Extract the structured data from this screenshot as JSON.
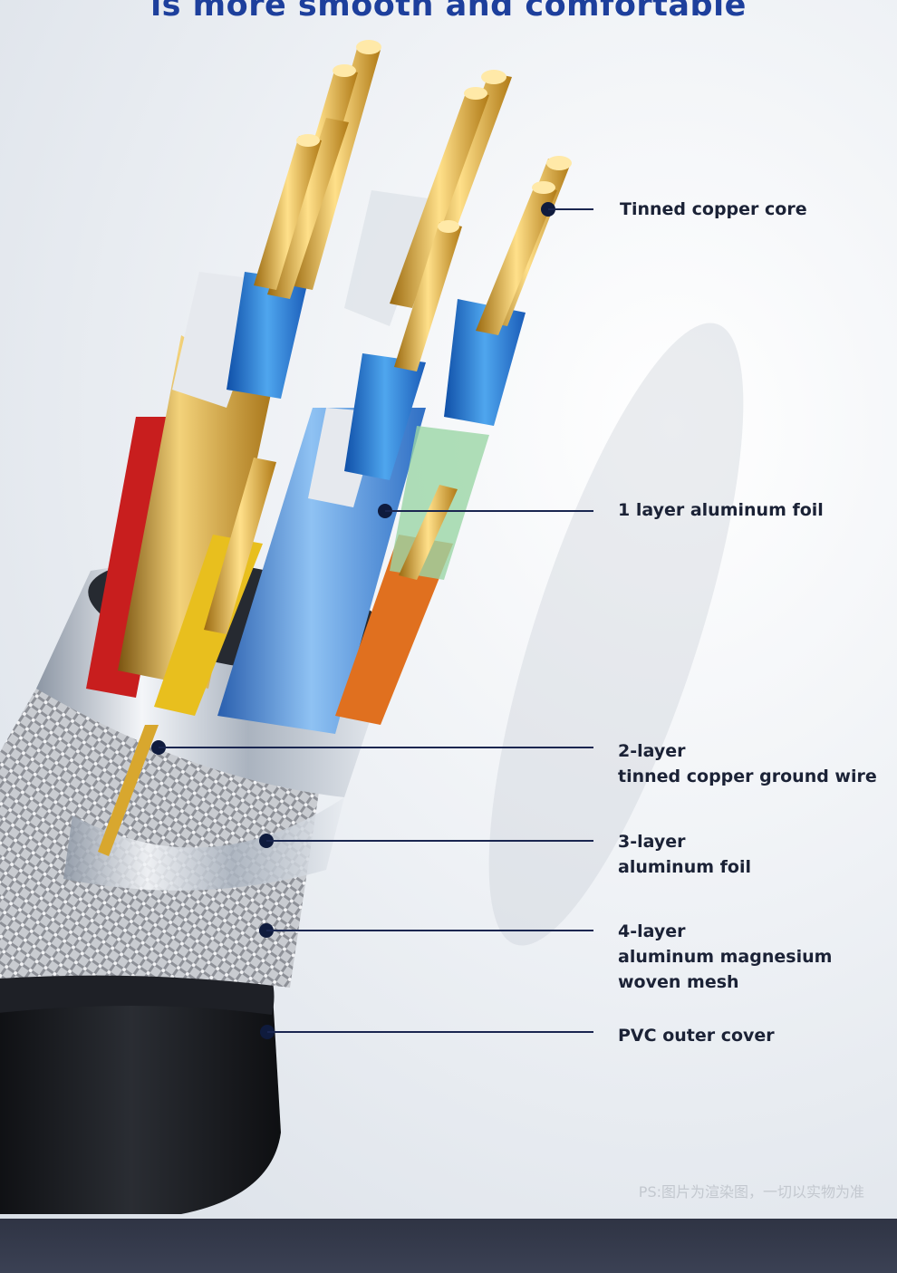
{
  "headline": "is more smooth and comfortable",
  "callouts": [
    {
      "id": "tinned-copper-core",
      "lines": [
        "Tinned copper core"
      ]
    },
    {
      "id": "layer1-aluminum-foil",
      "lines": [
        "1 layer aluminum foil"
      ]
    },
    {
      "id": "layer2-ground-wire",
      "lines": [
        "2-layer",
        "tinned copper ground wire"
      ]
    },
    {
      "id": "layer3-aluminum-foil",
      "lines": [
        "3-layer",
        "aluminum foil"
      ]
    },
    {
      "id": "layer4-woven-mesh",
      "lines": [
        "4-layer",
        "aluminum magnesium",
        "woven mesh"
      ]
    },
    {
      "id": "pvc-outer-cover",
      "lines": [
        "PVC outer cover"
      ]
    }
  ],
  "note": "PS:图片为渲染图，一切以实物为准",
  "colors": {
    "headline": "#1d3f9c",
    "leader": "#1a2650",
    "copper": "#d8a72e",
    "blue_insulation": "#2f7fd6",
    "red_insulation": "#c81e1e",
    "orange_insulation": "#e0701f",
    "pvc": "#15171c"
  }
}
